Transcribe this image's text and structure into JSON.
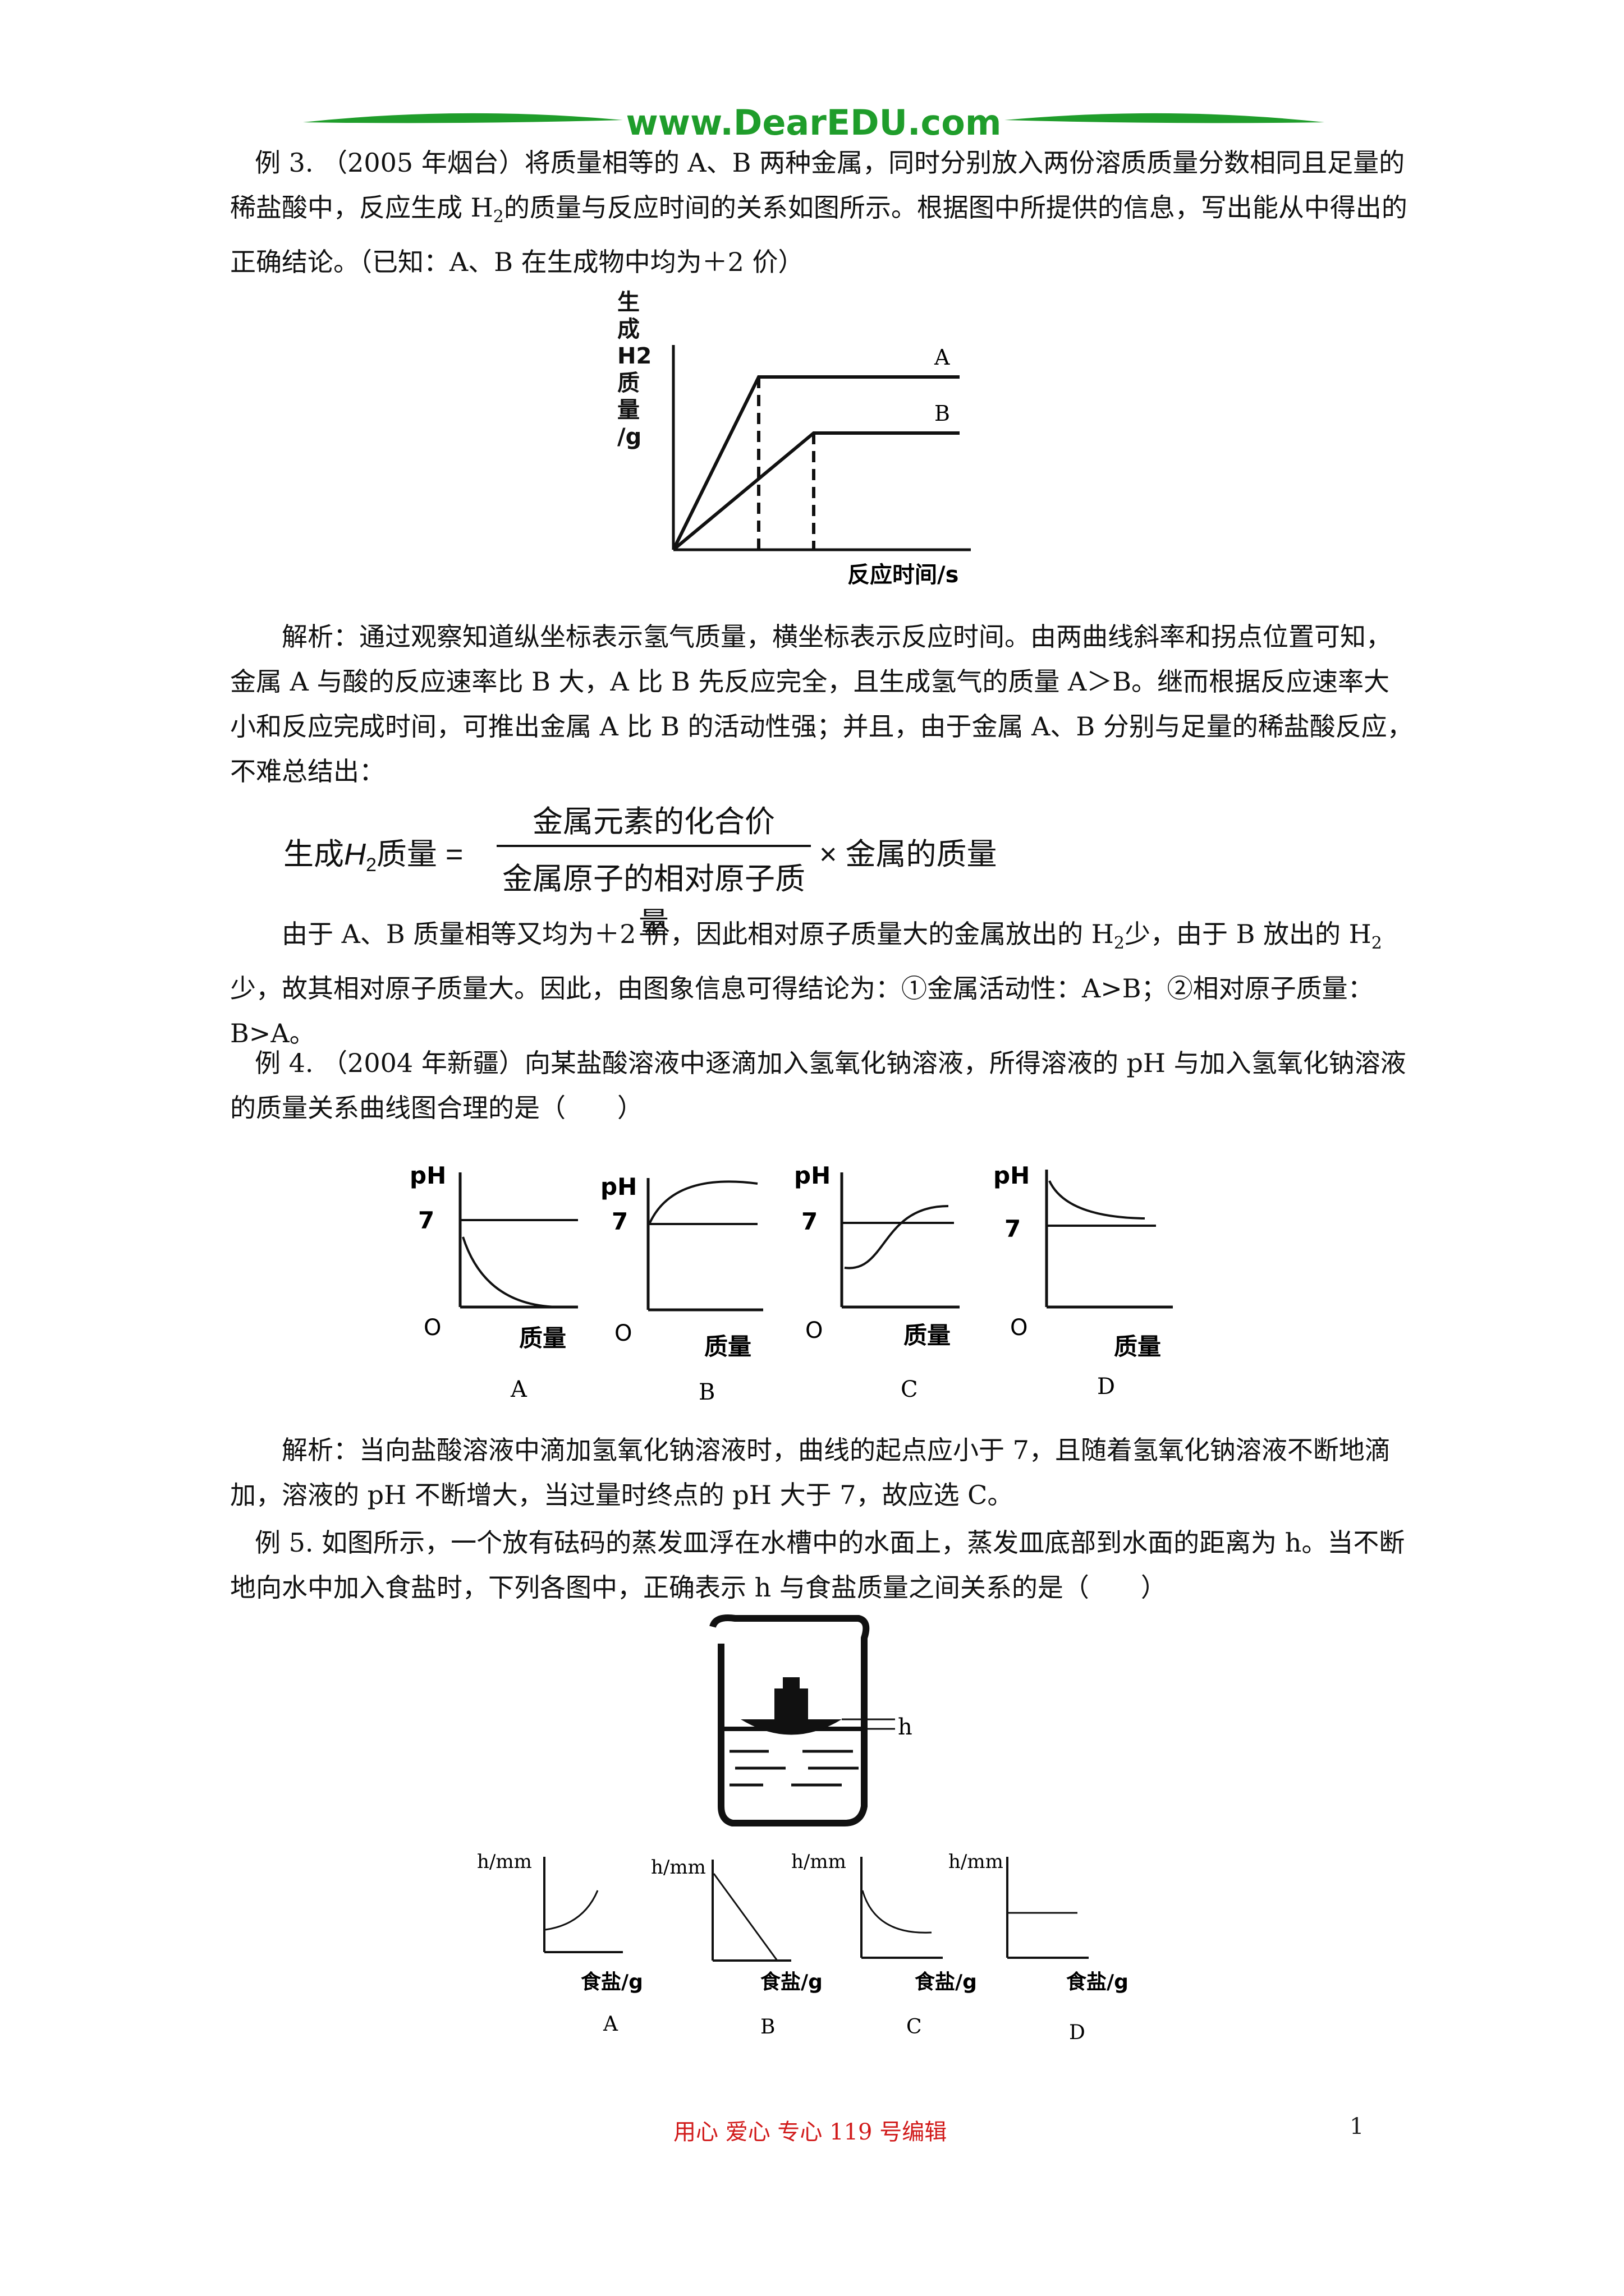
{
  "header": {
    "site": "www.DearEDU.com",
    "accent": "#1f9d2b"
  },
  "ex3": {
    "p1": "例 3. （2005 年烟台）将质量相等的 A、B 两种金属，同时分别放入两份溶质质量分数相同且足量的稀盐酸中，反应生成 H",
    "p1_sub": "2",
    "p1_end": "的质量与反应时间的关系如图所示。根据图中所提供的信息，写出能从中得出的正确结论。（已知：A、B 在生成物中均为＋2 价）",
    "fig": {
      "ylabel_lines": [
        "生",
        "成",
        "H2",
        "质",
        "量",
        "/g"
      ],
      "xlabel": "反应时间/s",
      "curve_a": "A",
      "curve_b": "B"
    },
    "analysis": "解析：通过观察知道纵坐标表示氢气质量，横坐标表示反应时间。由两曲线斜率和拐点位置可知，金属 A 与酸的反应速率比 B 大，A 比 B 先反应完全，且生成氢气的质量 A＞B。继而根据反应速率大小和反应完成时间，可推出金属 A 比 B 的活动性强；并且，由于金属 A、B 分别与足量的稀盐酸反应，不难总结出：",
    "formula": {
      "lhs_prefix": "生成",
      "lhs_var": "H",
      "lhs_sub": "2",
      "lhs_suffix": "质量 =",
      "numerator": "金属元素的化合价",
      "denominator": "金属原子的相对原子质量",
      "rhs": "× 金属的质量"
    },
    "conclusion_1": "由于 A、B 质量相等又均为＋2 价，因此相对原子质量大的金属放出的 H",
    "conclusion_sub1": "2",
    "conclusion_2": "少，由于 B 放出的 H",
    "conclusion_sub2": "2",
    "conclusion_3": "少，故其相对原子质量大。因此，由图象信息可得结论为：①金属活动性：A>B；②相对原子质量：B>A。"
  },
  "ex4": {
    "question": "例 4. （2004 年新疆）向某盐酸溶液中逐滴加入氢氧化钠溶液，所得溶液的 pH 与加入氢氧化钠溶液的质量关系曲线图合理的是（　　）",
    "y_label": "pH",
    "seven": "7",
    "origin": "O",
    "x_label": "质量",
    "options": [
      "A",
      "B",
      "C",
      "D"
    ],
    "analysis": "解析：当向盐酸溶液中滴加氢氧化钠溶液时，曲线的起点应小于 7，且随着氢氧化钠溶液不断地滴加，溶液的 pH 不断增大，当过量时终点的 pH 大于 7，故应选 C。"
  },
  "ex5": {
    "question": "例 5. 如图所示，一个放有砝码的蒸发皿浮在水槽中的水面上，蒸发皿底部到水面的距离为 h。当不断地向水中加入食盐时，下列各图中，正确表示 h 与食盐质量之间关系的是（　　）",
    "h_label": "h",
    "y_label": "h/mm",
    "x_label": "食盐/g",
    "options": [
      "A",
      "B",
      "C",
      "D"
    ]
  },
  "footer": {
    "text": "用心  爱心  专心   119 号编辑",
    "page": "1",
    "color": "#d11a1a"
  }
}
